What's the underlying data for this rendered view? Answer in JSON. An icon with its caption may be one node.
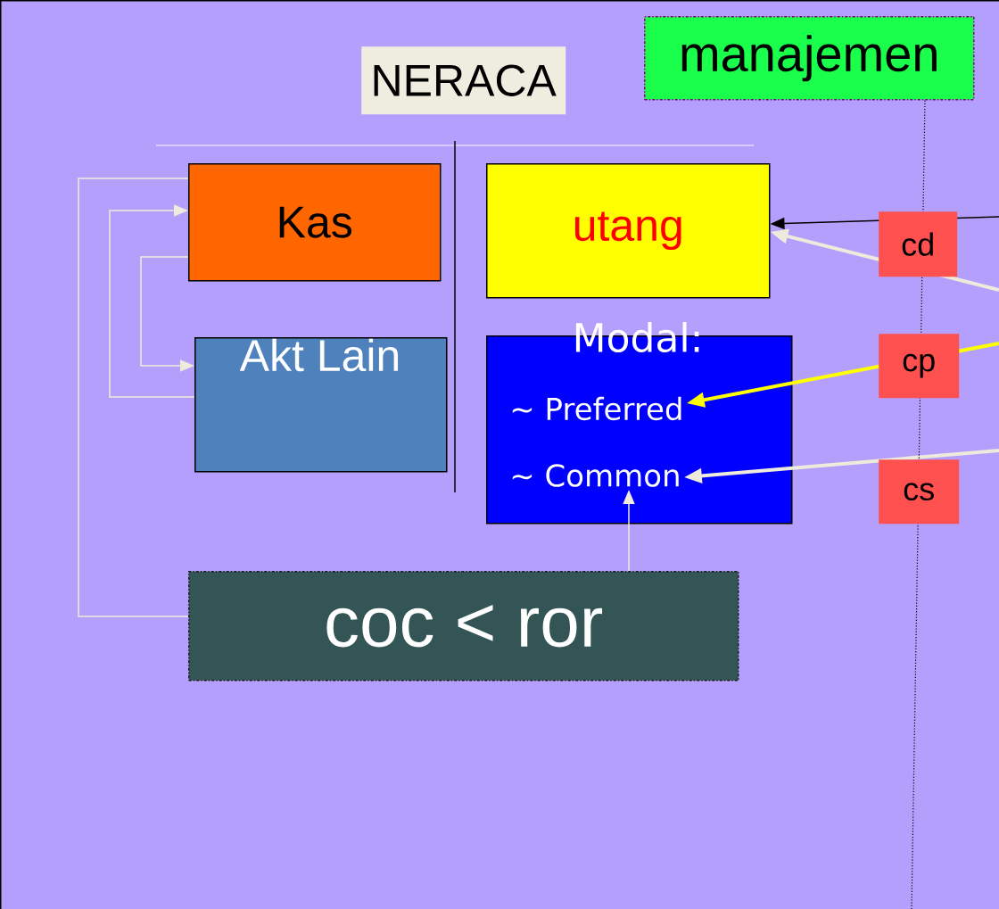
{
  "diagram": {
    "nodes": [
      {
        "text": [
          "NERACA"
        ]
      },
      {
        "text": [
          "manajemen"
        ]
      },
      {
        "text": [
          "Kas"
        ]
      },
      {
        "text": [
          "Akt Lain"
        ]
      },
      {
        "text": [
          "utang"
        ]
      },
      {
        "text": [
          "Modal:"
        ]
      },
      {
        "text": [
          "~ Preferred"
        ],
        "in": 5
      },
      {
        "text": [
          "~ Common"
        ],
        "in": 5
      },
      {
        "text": [
          "cd"
        ]
      },
      {
        "text": [
          "cp"
        ]
      },
      {
        "text": [
          "cs"
        ]
      },
      {
        "text": [
          "coc < ror"
        ]
      }
    ],
    "edges": [
      {
        "from": 2,
        "to": 3,
        "arrow": "to"
      },
      {
        "from": 3,
        "to": 2,
        "arrow": "to"
      },
      {
        "from": 11,
        "to": 2,
        "arrow": "none"
      },
      {
        "from": 11,
        "to": 7,
        "arrow": "to"
      },
      {
        "from": null,
        "to": 4,
        "arrow": "to",
        "color": "#000000"
      },
      {
        "from": null,
        "to": 4,
        "arrow": "to",
        "style": "thick"
      },
      {
        "from": null,
        "to": 6,
        "arrow": "to",
        "style": "thick",
        "color": "#ffff00"
      },
      {
        "from": null,
        "to": 7,
        "arrow": "to",
        "style": "thick"
      },
      {
        "from": 1,
        "to": null,
        "arrow": "none",
        "style": "dashed",
        "color": "#000000"
      }
    ]
  }
}
